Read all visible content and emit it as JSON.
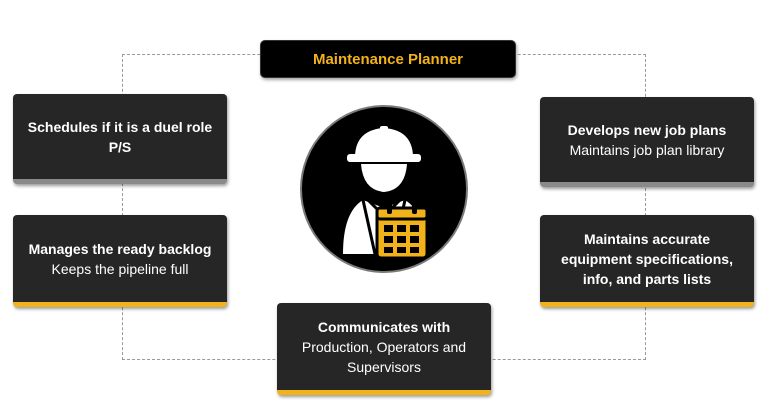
{
  "title": "Maintenance Planner",
  "cards": {
    "schedules": {
      "bold": "Schedules if it is a duel role P/S",
      "normal": ""
    },
    "develops": {
      "bold": "Develops new job plans",
      "normal": "Maintains job plan library"
    },
    "manages": {
      "bold": "Manages the ready backlog",
      "normal": "Keeps the pipeline full"
    },
    "maintains": {
      "bold": "Maintains accurate equipment specifications, info, and parts lists",
      "normal": ""
    },
    "communicates": {
      "bold": "Communicates with",
      "normal": "Production, Operators and Supervisors"
    }
  },
  "icon": "worker-with-calendar-icon",
  "colors": {
    "accent": "#f2b21b",
    "card": "#262626",
    "gray_bar": "#8a8a8a"
  }
}
